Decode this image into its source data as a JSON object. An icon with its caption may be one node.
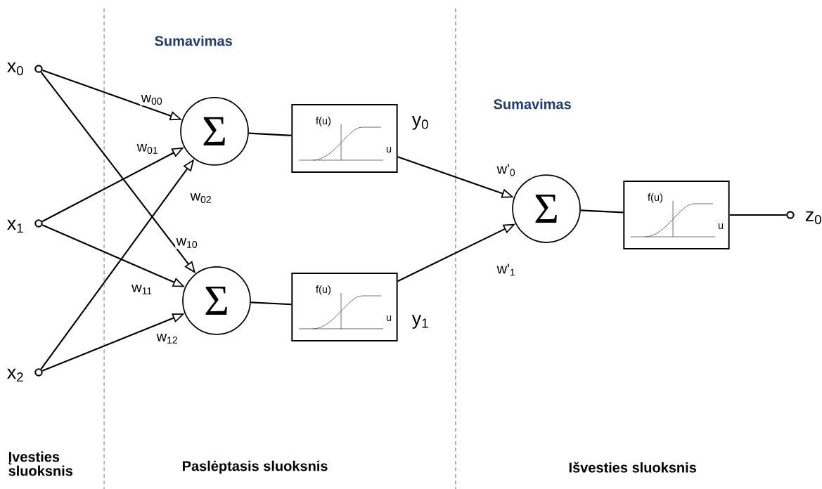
{
  "diagram": {
    "nodes": [
      {
        "text": [],
        "shape": "circle",
        "beside": [
          "x$_{0}$"
        ]
      },
      {
        "text": [],
        "shape": "circle",
        "beside": [
          "x$_{1}$"
        ]
      },
      {
        "text": [],
        "shape": "circle",
        "beside": [
          "x$_{2}$"
        ]
      },
      {
        "text": [
          "Σ"
        ]
      },
      {
        "text": [
          "Σ"
        ]
      },
      {
        "text": [
          "f(u)",
          "u"
        ],
        "beside": [
          "y$_{0}$"
        ]
      },
      {
        "text": [
          "f(u)",
          "u"
        ],
        "beside": [
          "y$_{1}$"
        ]
      },
      {
        "text": [
          "Σ"
        ]
      },
      {
        "text": [
          "f(u)",
          "u"
        ]
      },
      {
        "text": [],
        "shape": "circle",
        "beside": [
          "z$_{0}$"
        ]
      }
    ],
    "edges": [
      {
        "from": 0,
        "to": 3,
        "arrow": "to",
        "label": "w$_{00}$"
      },
      {
        "from": 1,
        "to": 3,
        "arrow": "to",
        "label": "w$_{01}$"
      },
      {
        "from": 2,
        "to": 3,
        "arrow": "to",
        "label": "w$_{02}$"
      },
      {
        "from": 0,
        "to": 4,
        "arrow": "to",
        "label": "w$_{10}$"
      },
      {
        "from": 1,
        "to": 4,
        "arrow": "to",
        "label": "w$_{11}$"
      },
      {
        "from": 2,
        "to": 4,
        "arrow": "to",
        "label": "w$_{12}$"
      },
      {
        "from": 3,
        "to": 5,
        "arrow": "none"
      },
      {
        "from": 4,
        "to": 6,
        "arrow": "none"
      },
      {
        "from": 5,
        "to": 7,
        "arrow": "to",
        "label": "w'$_{0}$"
      },
      {
        "from": 6,
        "to": 7,
        "arrow": "to",
        "label": "w'$_{1}$"
      },
      {
        "from": 7,
        "to": 8,
        "arrow": "none"
      },
      {
        "from": 8,
        "to": 9,
        "arrow": "none"
      }
    ],
    "labels": [
      "Sumavimas",
      "Sumavimas",
      "Įvesties sluoksnis",
      "Paslėptasis sluoksnis",
      "Išvesties sluoksnis"
    ]
  }
}
